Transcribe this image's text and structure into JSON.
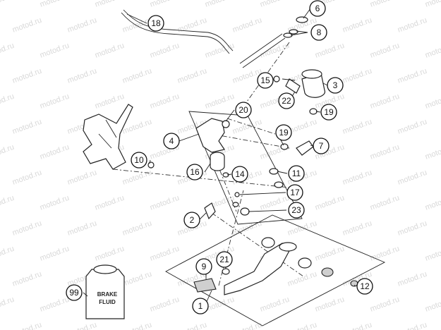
{
  "watermark": "motod.ru",
  "callouts": [
    {
      "id": "c1",
      "text": "1"
    },
    {
      "id": "c2",
      "text": "2"
    },
    {
      "id": "c3",
      "text": "3"
    },
    {
      "id": "c4",
      "text": "4"
    },
    {
      "id": "c6",
      "text": "6"
    },
    {
      "id": "c7",
      "text": "7"
    },
    {
      "id": "c8",
      "text": "8"
    },
    {
      "id": "c9",
      "text": "9"
    },
    {
      "id": "c10",
      "text": "10"
    },
    {
      "id": "c11",
      "text": "11"
    },
    {
      "id": "c12",
      "text": "12"
    },
    {
      "id": "c14",
      "text": "14"
    },
    {
      "id": "c15",
      "text": "15"
    },
    {
      "id": "c16",
      "text": "16"
    },
    {
      "id": "c17",
      "text": "17"
    },
    {
      "id": "c18",
      "text": "18"
    },
    {
      "id": "c19a",
      "text": "19"
    },
    {
      "id": "c19b",
      "text": "19"
    },
    {
      "id": "c20",
      "text": "20"
    },
    {
      "id": "c21",
      "text": "21"
    },
    {
      "id": "c22",
      "text": "22"
    },
    {
      "id": "c23",
      "text": "23"
    },
    {
      "id": "c99",
      "text": "99"
    }
  ],
  "bottle_label": {
    "line1": "BRAKE",
    "line2": "FLUID"
  }
}
